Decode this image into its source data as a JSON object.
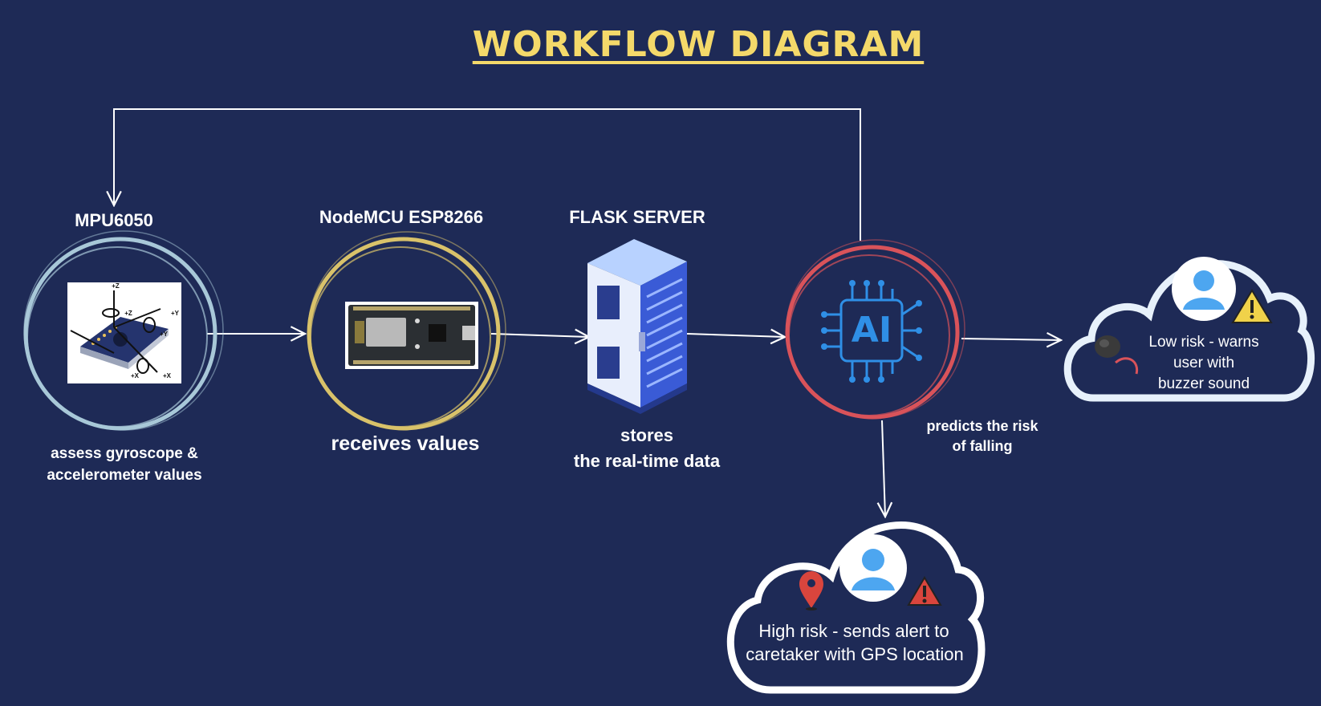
{
  "title": "WORKFLOW DIAGRAM",
  "nodes": {
    "mpu": {
      "label": "MPU6050",
      "caption_line1": "assess gyroscope &",
      "caption_line2": "accelerometer values",
      "axis_labels": [
        "+Z",
        "+Z",
        "+Y",
        "+Y",
        "+X",
        "+X"
      ]
    },
    "nodemcu": {
      "label": "NodeMCU ESP8266",
      "caption": "receives values"
    },
    "flask": {
      "label": "FLASK SERVER",
      "caption_line1": "stores",
      "caption_line2": "the real-time data"
    },
    "ai": {
      "badge": "AI",
      "caption_line1": "predicts the risk",
      "caption_line2": "of falling"
    }
  },
  "outcomes": {
    "low_risk": {
      "line1": "Low risk - warns",
      "line2": "user with",
      "line3": "buzzer sound"
    },
    "high_risk": {
      "line1": "High risk - sends alert to",
      "line2": "caretaker with GPS location"
    }
  },
  "colors": {
    "background": "#1e2a56",
    "title": "#f4d96a",
    "mpu_ring": "#a8c8d8",
    "nodemcu_ring": "#d9c26a",
    "ai_ring": "#d9535a",
    "accent_blue": "#2f8fe6"
  }
}
